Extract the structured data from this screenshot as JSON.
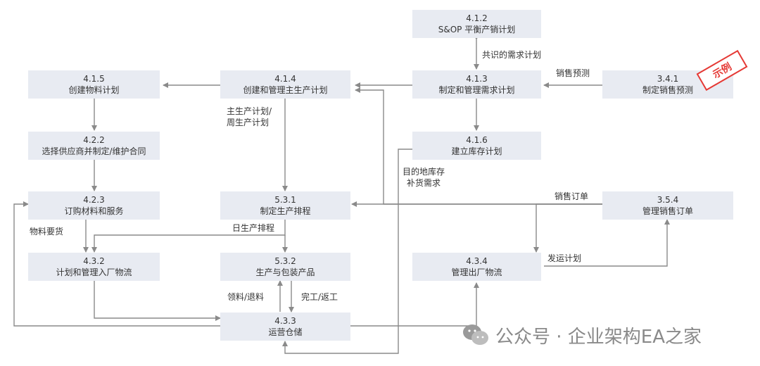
{
  "nodes": {
    "n412": {
      "num": "4.1.2",
      "name": "S&OP 平衡产销计划"
    },
    "n413": {
      "num": "4.1.3",
      "name": "制定和管理需求计划"
    },
    "n414": {
      "num": "4.1.4",
      "name": "创建和管理主生产计划"
    },
    "n415": {
      "num": "4.1.5",
      "name": "创建物料计划"
    },
    "n341": {
      "num": "3.4.1",
      "name": "制定销售预测"
    },
    "n416": {
      "num": "4.1.6",
      "name": "建立库存计划"
    },
    "n422": {
      "num": "4.2.2",
      "name": "选择供应商并制定/维护合同"
    },
    "n423": {
      "num": "4.2.3",
      "name": "订购材料和服务"
    },
    "n531": {
      "num": "5.3.1",
      "name": "制定生产排程"
    },
    "n354": {
      "num": "3.5.4",
      "name": "管理销售订单"
    },
    "n432": {
      "num": "4.3.2",
      "name": "计划和管理入厂物流"
    },
    "n532": {
      "num": "5.3.2",
      "name": "生产与包装产品"
    },
    "n434": {
      "num": "4.3.4",
      "name": "管理出厂物流"
    },
    "n433": {
      "num": "4.3.3",
      "name": "运营仓储"
    }
  },
  "labels": {
    "consensus_demand": "共识的需求计划",
    "sales_forecast": "销售预测",
    "mps_weekly": "主生产计划/\n周生产计划",
    "replenishment": "目的地库存\n补货需求",
    "sales_order": "销售订单",
    "daily_schedule": "日生产排程",
    "material_request": "物料要货",
    "shipping_plan": "发运计划",
    "pick_return": "领料/退料",
    "complete_rework": "完工/返工"
  },
  "stamp": "示例",
  "watermark": "公众号 · 企业架构EA之家",
  "colors": {
    "node_fill": "#e8ebf2",
    "line": "#8a8a8a",
    "stamp": "#e53935"
  }
}
